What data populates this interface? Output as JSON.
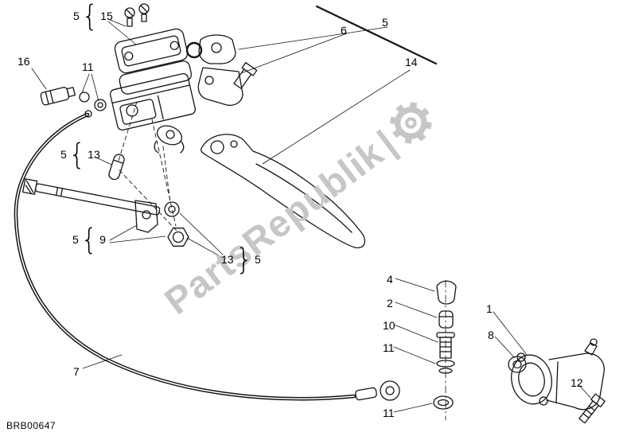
{
  "page": {
    "code": "BRB00647"
  },
  "watermark": {
    "text": "PartsRepublik",
    "bar": "|",
    "icon": "gear-icon",
    "color": "#c6c6c6"
  },
  "callouts": {
    "top_left_group": {
      "a": "5",
      "brace": "{",
      "b": "15"
    },
    "six": "6",
    "five_top": "5",
    "sixteen": "16",
    "eleven_top": "11",
    "fourteen": "14",
    "mid_left_group": {
      "a": "5",
      "brace": "{",
      "b": "13"
    },
    "lower_left_group": {
      "a": "5",
      "brace": "{",
      "b": "9"
    },
    "mid_group": {
      "a": "13",
      "brace": "}",
      "b": "5"
    },
    "four": "4",
    "two": "2",
    "ten": "10",
    "eleven_mid": "11",
    "eleven_bottom": "11",
    "one": "1",
    "eight": "8",
    "twelve": "12",
    "seven": "7"
  }
}
